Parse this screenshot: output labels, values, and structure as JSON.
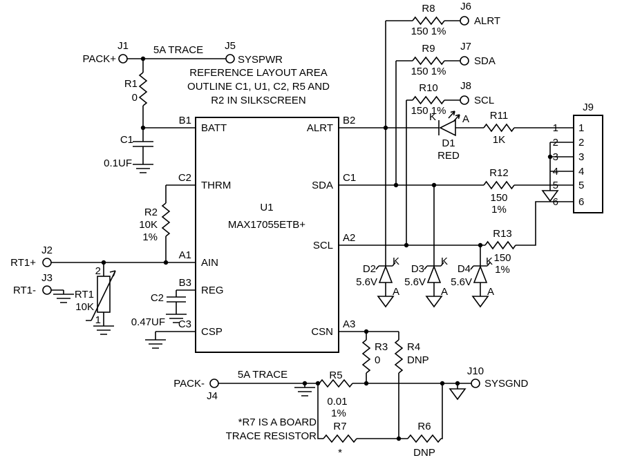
{
  "ic": {
    "ref": "U1",
    "part": "MAX17055ETB+",
    "left_pins": [
      {
        "des": "B1",
        "name": "BATT"
      },
      {
        "des": "C2",
        "name": "THRM"
      },
      {
        "des": "A1",
        "name": "AIN"
      },
      {
        "des": "B3",
        "name": "REG"
      },
      {
        "des": "C3",
        "name": "CSP"
      }
    ],
    "right_pins": [
      {
        "des": "B2",
        "name": "ALRT"
      },
      {
        "des": "C1",
        "name": "SDA"
      },
      {
        "des": "A2",
        "name": "SCL"
      },
      {
        "des": "A3",
        "name": "CSN"
      }
    ]
  },
  "connectors": {
    "j1": {
      "ref": "J1",
      "net": "PACK+"
    },
    "j2": {
      "ref": "J2",
      "net": "RT1+"
    },
    "j3": {
      "ref": "J3",
      "net": "RT1-"
    },
    "j4": {
      "ref": "J4",
      "net": "PACK-"
    },
    "j5": {
      "ref": "J5",
      "net": "SYSPWR"
    },
    "j6": {
      "ref": "J6",
      "net": "ALRT"
    },
    "j7": {
      "ref": "J7",
      "net": "SDA"
    },
    "j8": {
      "ref": "J8",
      "net": "SCL"
    },
    "j9": {
      "ref": "J9",
      "pins": [
        "1",
        "2",
        "3",
        "4",
        "5",
        "6"
      ]
    },
    "j10": {
      "ref": "J10",
      "net": "SYSGND"
    }
  },
  "resistors": {
    "r1": {
      "ref": "R1",
      "value": "0"
    },
    "r2": {
      "ref": "R2",
      "value": "10K",
      "tol": "1%"
    },
    "r3": {
      "ref": "R3",
      "value": "0"
    },
    "r4": {
      "ref": "R4",
      "value": "DNP"
    },
    "r5": {
      "ref": "R5",
      "value": "0.01",
      "tol": "1%"
    },
    "r6": {
      "ref": "R6",
      "value": "DNP"
    },
    "r7": {
      "ref": "R7",
      "value": "*"
    },
    "r8": {
      "ref": "R8",
      "value": "150 1%"
    },
    "r9": {
      "ref": "R9",
      "value": "150 1%"
    },
    "r10": {
      "ref": "R10",
      "value": "150 1%"
    },
    "r11": {
      "ref": "R11",
      "value": "1K"
    },
    "r12": {
      "ref": "R12",
      "value": "150",
      "tol": "1%"
    },
    "r13": {
      "ref": "R13",
      "value": "150",
      "tol": "1%"
    }
  },
  "capacitors": {
    "c1": {
      "ref": "C1",
      "value": "0.1UF"
    },
    "c2": {
      "ref": "C2",
      "value": "0.47UF"
    }
  },
  "diodes": {
    "d1": {
      "ref": "D1",
      "color": "RED",
      "k": "K",
      "a": "A"
    },
    "d2": {
      "ref": "D2",
      "value": "5.6V",
      "k": "K",
      "a": "A"
    },
    "d3": {
      "ref": "D3",
      "value": "5.6V",
      "k": "K",
      "a": "A"
    },
    "d4": {
      "ref": "D4",
      "value": "5.6V",
      "k": "K",
      "a": "A"
    }
  },
  "thermistor": {
    "ref": "RT1",
    "value": "10K",
    "pin_top": "2",
    "pin_bottom": "1"
  },
  "notes": {
    "layout": [
      "REFERENCE LAYOUT AREA",
      "OUTLINE C1, U1, C2, R5 AND",
      "R2 IN  SILKSCREEN"
    ],
    "r7": [
      "*R7 IS A BOARD",
      "TRACE RESISTOR"
    ],
    "trace_top": "5A TRACE",
    "trace_bottom": "5A TRACE"
  }
}
